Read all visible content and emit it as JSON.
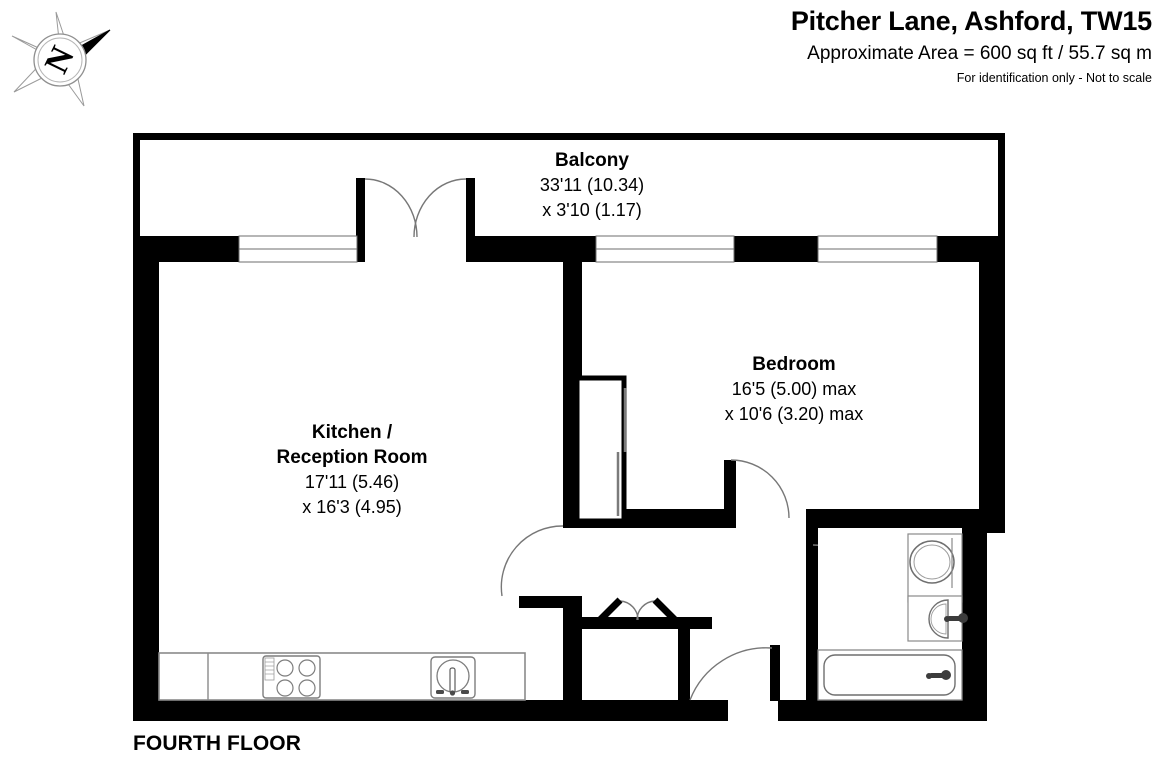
{
  "header": {
    "title": "Pitcher Lane, Ashford, TW15",
    "area": "Approximate Area = 600 sq ft / 55.7 sq m",
    "disclaimer": "For identification only - Not to scale"
  },
  "footer": {
    "floor_label": "FOURTH FLOOR"
  },
  "compass": {
    "letter": "N",
    "name": "north-arrow"
  },
  "rooms": [
    {
      "key": "balcony",
      "name": "Balcony",
      "dim_line_1": "33'11 (10.34)",
      "dim_line_2": "x 3'10 (1.17)"
    },
    {
      "key": "bedroom",
      "name": "Bedroom",
      "dim_line_1": "16'5 (5.00) max",
      "dim_line_2": "x 10'6 (3.20) max"
    },
    {
      "key": "kitchen",
      "name_line_1": "Kitchen /",
      "name_line_2": "Reception Room",
      "dim_line_1": "17'11 (5.46)",
      "dim_line_2": "x 16'3 (4.95)"
    }
  ],
  "fixtures": {
    "hob": "kitchen-hob",
    "sink": "kitchen-sink",
    "toilet": "bathroom-toilet",
    "basin": "bathroom-basin",
    "bath": "bathroom-bath",
    "wardrobe": "bedroom-wardrobe",
    "cupboard": "hall-cupboard",
    "counter": "kitchen-counter"
  },
  "openings": {
    "french_doors": "balcony-french-doors",
    "window_kitchen": "kitchen-window",
    "window_bedroom_left": "bedroom-window-left",
    "window_bedroom_right": "bedroom-window-right",
    "door_kitchen": "kitchen-door",
    "door_bedroom": "bedroom-door",
    "door_bathroom": "bathroom-door",
    "door_entrance": "entrance-door"
  },
  "colors": {
    "wall": "#000000",
    "fixture_outline": "#555555",
    "background": "#ffffff",
    "text": "#000000"
  }
}
